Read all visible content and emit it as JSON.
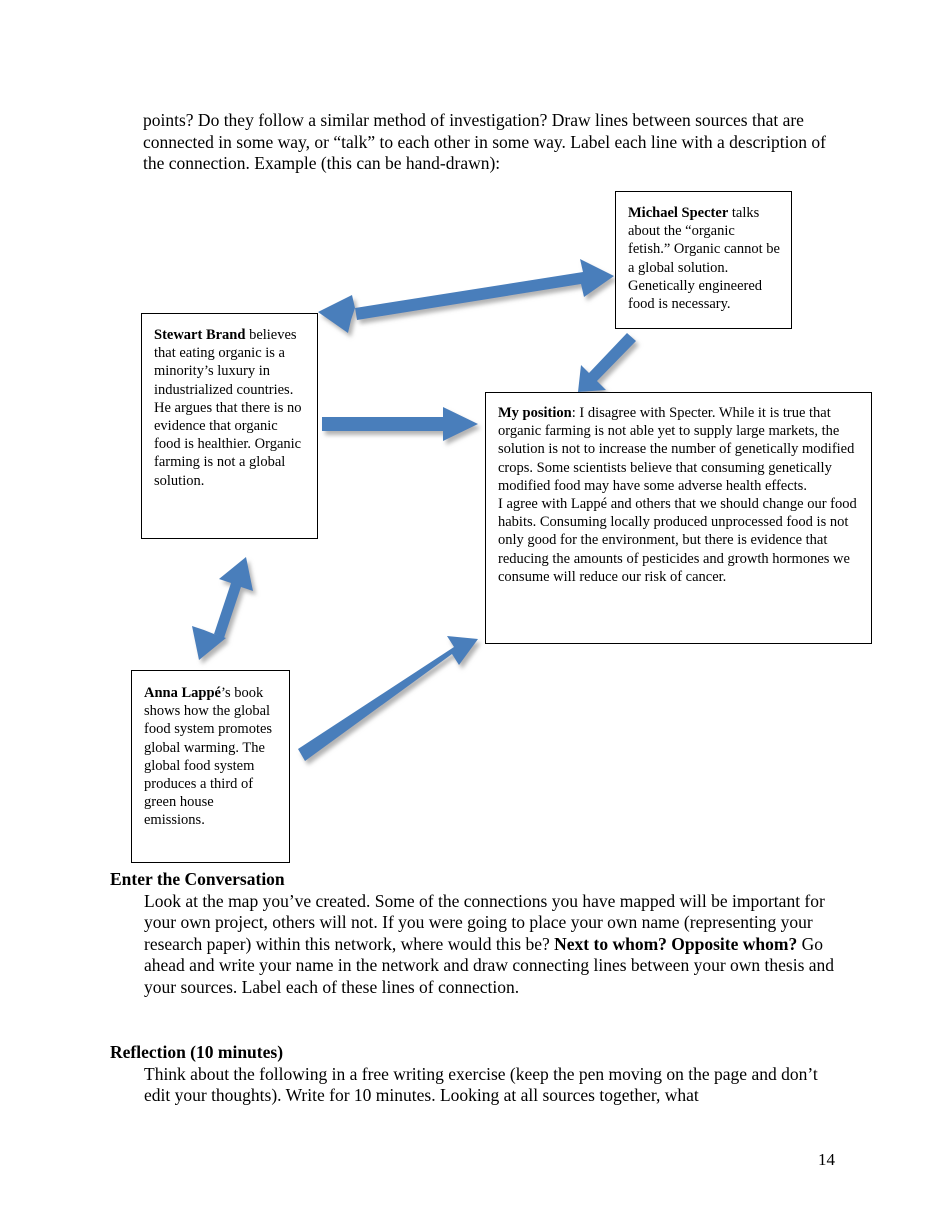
{
  "document": {
    "page_number": "14",
    "intro_paragraph": "points? Do they follow a similar method of investigation?  Draw lines between sources that are connected in some way, or “talk” to each other in some way.  Label each line with a description of the connection.  Example (this can be hand-drawn):"
  },
  "diagram": {
    "accent_color": "#4A7EBB",
    "nodes": {
      "specter": {
        "title": "Michael Specter",
        "body": " talks about the “organic fetish.” Organic cannot be a global solution. Genetically engineered food is necessary."
      },
      "brand": {
        "title": "Stewart Brand",
        "body": " believes that eating organic is a minority’s luxury in industrialized countries. He argues that there is no evidence that organic food is healthier. Organic farming is not a global solution."
      },
      "position": {
        "title": "My position",
        "body_1": ": I disagree with Specter.  While it is true that organic farming is not able yet to supply large markets, the solution is not to increase the number of genetically modified crops. Some scientists believe that consuming genetically modified food may have some adverse health effects.",
        "body_2": "I agree with Lappé and others that we should change our food habits. Consuming locally produced unprocessed food is not only good for the environment, but there is evidence that reducing the amounts of pesticides and growth hormones we consume will reduce our risk of cancer."
      },
      "lappe": {
        "title": "Anna Lappé",
        "body": "’s book shows how the global food system promotes global warming. The global food system produces a third of green house emissions."
      }
    },
    "connectors": [
      {
        "name": "brand-specter-double-arrow",
        "from": "brand",
        "to": "specter",
        "style": "double-headed"
      },
      {
        "name": "specter-position-arrow",
        "from": "specter",
        "to": "position",
        "style": "single-headed"
      },
      {
        "name": "brand-position-arrow",
        "from": "brand",
        "to": "position",
        "style": "single-headed"
      },
      {
        "name": "brand-lappe-double-arrow",
        "from": "lappe",
        "to": "brand",
        "style": "double-headed"
      },
      {
        "name": "lappe-position-arrow",
        "from": "lappe",
        "to": "position",
        "style": "single-headed"
      }
    ]
  },
  "sections": {
    "enter_the_conversation": {
      "heading": "Enter the Conversation",
      "body_lead": "Look at the map you’ve created.  Some of the connections you have mapped will be important for your own project, others will not.  If you were going to place your own name (representing your research paper) within this network, where would this be?  ",
      "body_bold": "Next to whom? Opposite whom?",
      "body_tail": "  Go ahead and write your name in the network and draw connecting lines between your own thesis and your sources.  Label each of these lines of connection."
    },
    "reflection": {
      "heading": "Reflection (10 minutes)",
      "body": "Think about the following in a free writing exercise (keep the pen moving on the page and don’t edit your thoughts).  Write for 10 minutes.  Looking at all sources together, what"
    }
  }
}
